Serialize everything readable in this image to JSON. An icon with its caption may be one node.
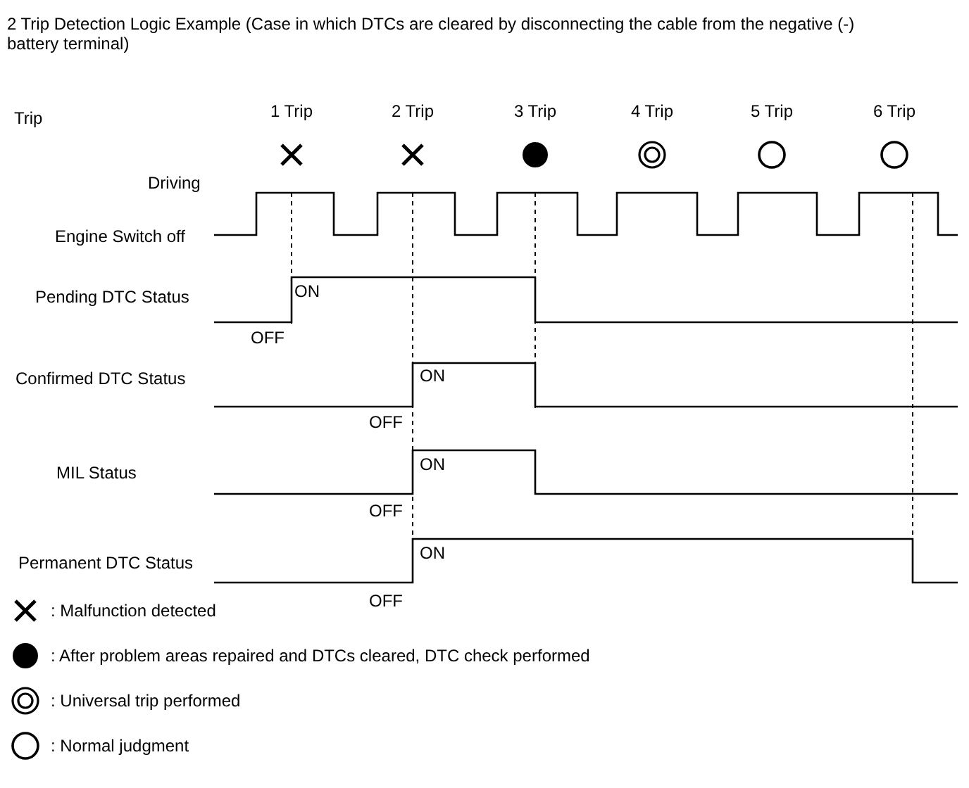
{
  "diagram": {
    "title": "2 Trip Detection Logic Example (Case in which DTCs are cleared by disconnecting the cable from the negative (-) battery terminal)",
    "labels": [
      "Trip",
      "1 Trip",
      "2 Trip",
      "3 Trip",
      "4 Trip",
      "5 Trip",
      "6 Trip",
      "Driving",
      "Engine Switch off",
      "Pending DTC Status",
      "ON",
      "OFF",
      "Confirmed DTC Status",
      "ON",
      "OFF",
      "MIL Status",
      "ON",
      "OFF",
      "Permanent DTC Status",
      "ON",
      "OFF"
    ],
    "legend": [
      {
        "text": ": Malfunction detected"
      },
      {
        "text": ": After problem areas repaired and DTCs cleared, DTC check performed"
      },
      {
        "text": ": Universal trip performed"
      },
      {
        "text": ": Normal judgment"
      }
    ]
  }
}
